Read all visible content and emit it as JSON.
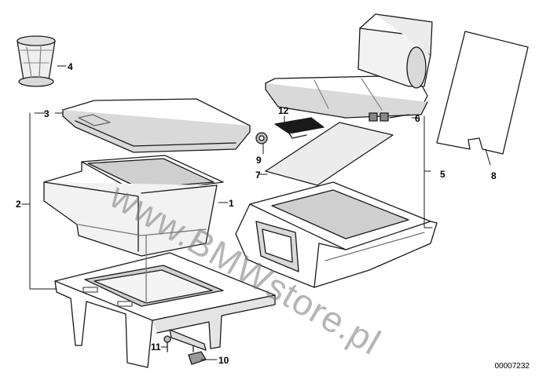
{
  "callouts": {
    "p1": "1",
    "p2": "2",
    "p3": "3",
    "p4": "4",
    "p5": "5",
    "p6": "6",
    "p7": "7",
    "p8": "8",
    "p9": "9",
    "p10": "10",
    "p11": "11",
    "p12": "12"
  },
  "watermark": "www.BMWstore.pl",
  "diagram_code": "00007232",
  "colors": {
    "line": "#1a1a1a",
    "shade": "#d9d9d9",
    "dark": "#9a9a9a",
    "watermark": "#7a7a7a"
  }
}
